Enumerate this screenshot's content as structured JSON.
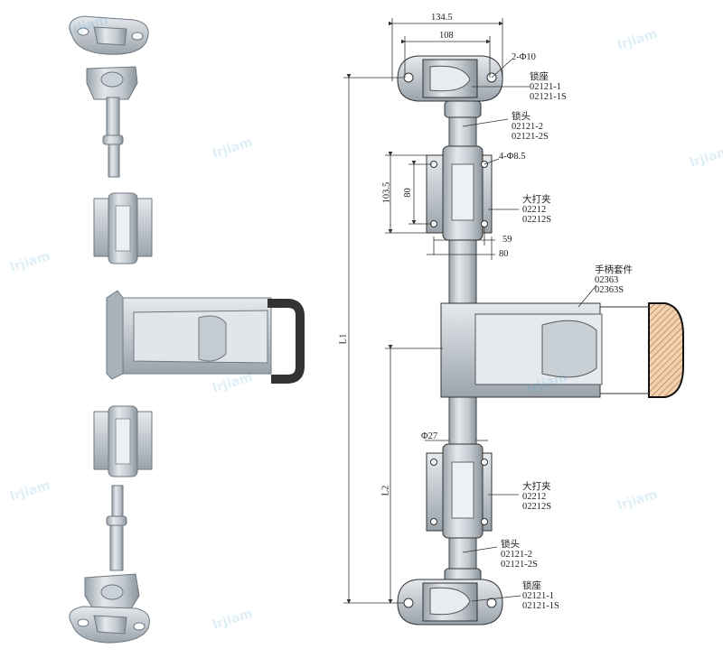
{
  "dimensions": {
    "top_outer_width": "134.5",
    "top_inner_width": "108",
    "hole_spec": "2-Φ10",
    "clamp_hole_spec": "4-Φ8.5",
    "clamp_outer_height": "103.5",
    "clamp_inner_height": "80",
    "clamp_inner_width": "59",
    "clamp_outer_width": "80",
    "total_length": "L1",
    "lower_length": "L2",
    "rod_diameter": "Φ27"
  },
  "callouts": {
    "top_lock_seat": {
      "name": "锁座",
      "code": "02121-1",
      "code_s": "02121-1S"
    },
    "top_lock_head": {
      "name": "锁头",
      "code": "02121-2",
      "code_s": "02121-2S"
    },
    "upper_clamp": {
      "name": "大打夹",
      "code": "02212",
      "code_s": "02212S"
    },
    "handle": {
      "name": "手柄套件",
      "code": "02363",
      "code_s": "02363S"
    },
    "lower_clamp": {
      "name": "大打夹",
      "code": "02212",
      "code_s": "02212S"
    },
    "bottom_lock_head": {
      "name": "锁头",
      "code": "02121-2",
      "code_s": "02121-2S"
    },
    "bottom_lock_seat": {
      "name": "锁座",
      "code": "02121-1",
      "code_s": "02121-1S"
    }
  },
  "colors": {
    "metal_light": "#d9dee3",
    "metal_mid": "#b4bcc4",
    "metal_dark": "#7d8791",
    "line": "#333333",
    "grip": "#e9c39a",
    "grip_dark": "#222222",
    "watermark": "#3aa0d8"
  }
}
